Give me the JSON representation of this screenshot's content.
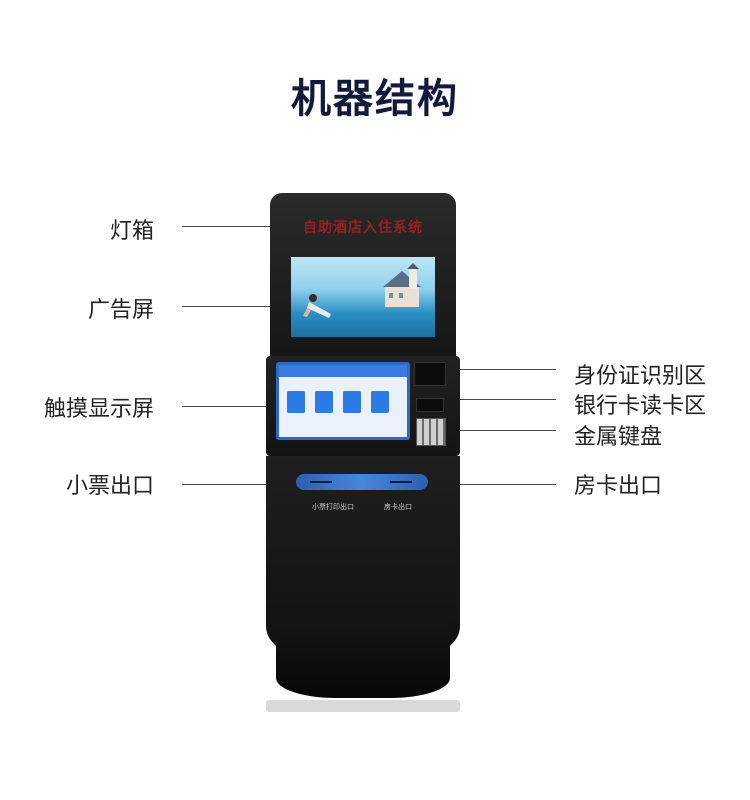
{
  "title": "机器结构",
  "kiosk": {
    "lightbox_text": "自助酒店入住系统",
    "ticket_slot_caption": "小票打印出口",
    "card_slot_caption": "房卡出口"
  },
  "labels_left": [
    {
      "key": "lightbox",
      "text": "灯箱"
    },
    {
      "key": "ad_screen",
      "text": "广告屏"
    },
    {
      "key": "touch_screen",
      "text": "触摸显示屏"
    },
    {
      "key": "ticket_exit",
      "text": "小票出口"
    }
  ],
  "labels_right": [
    {
      "key": "id_reader",
      "text": "身份证识别区"
    },
    {
      "key": "bank_card",
      "text": "银行卡读卡区"
    },
    {
      "key": "keypad",
      "text": "金属键盘"
    },
    {
      "key": "card_exit",
      "text": "房卡出口"
    }
  ],
  "colors": {
    "title": "#111a3a",
    "kiosk_body": "#161616",
    "accent_blue": "#2c7be5",
    "lightbox_text": "#9a1f1f"
  }
}
